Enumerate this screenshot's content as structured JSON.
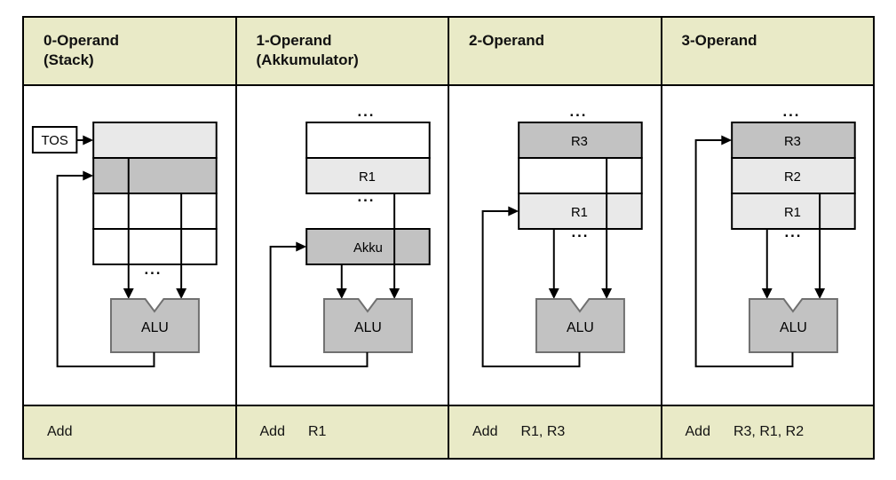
{
  "colors": {
    "header_bg": "#e9eac7",
    "cell_light": "#e9e9e9",
    "cell_dark": "#c2c2c2",
    "alu_fill": "#c2c2c2",
    "alu_border": "#707070",
    "line": "#000000"
  },
  "dots": "...",
  "alu_label": "ALU",
  "columns": [
    {
      "title_line1": "0-Operand",
      "title_line2": "(Stack)",
      "tos_label": "TOS",
      "registers": [
        "",
        "",
        "",
        ""
      ],
      "instruction": {
        "mnemonic": "Add",
        "operands": ""
      }
    },
    {
      "title_line1": "1-Operand",
      "title_line2": "(Akkumulator)",
      "akku_label": "Akku",
      "registers": [
        "",
        "R1"
      ],
      "instruction": {
        "mnemonic": "Add",
        "operands": "R1"
      }
    },
    {
      "title_line1": "2-Operand",
      "title_line2": "",
      "registers": [
        "R3",
        "",
        "R1"
      ],
      "instruction": {
        "mnemonic": "Add",
        "operands": "R1, R3"
      }
    },
    {
      "title_line1": "3-Operand",
      "title_line2": "",
      "registers": [
        "R3",
        "R2",
        "R1"
      ],
      "instruction": {
        "mnemonic": "Add",
        "operands": "R3, R1, R2"
      }
    }
  ]
}
